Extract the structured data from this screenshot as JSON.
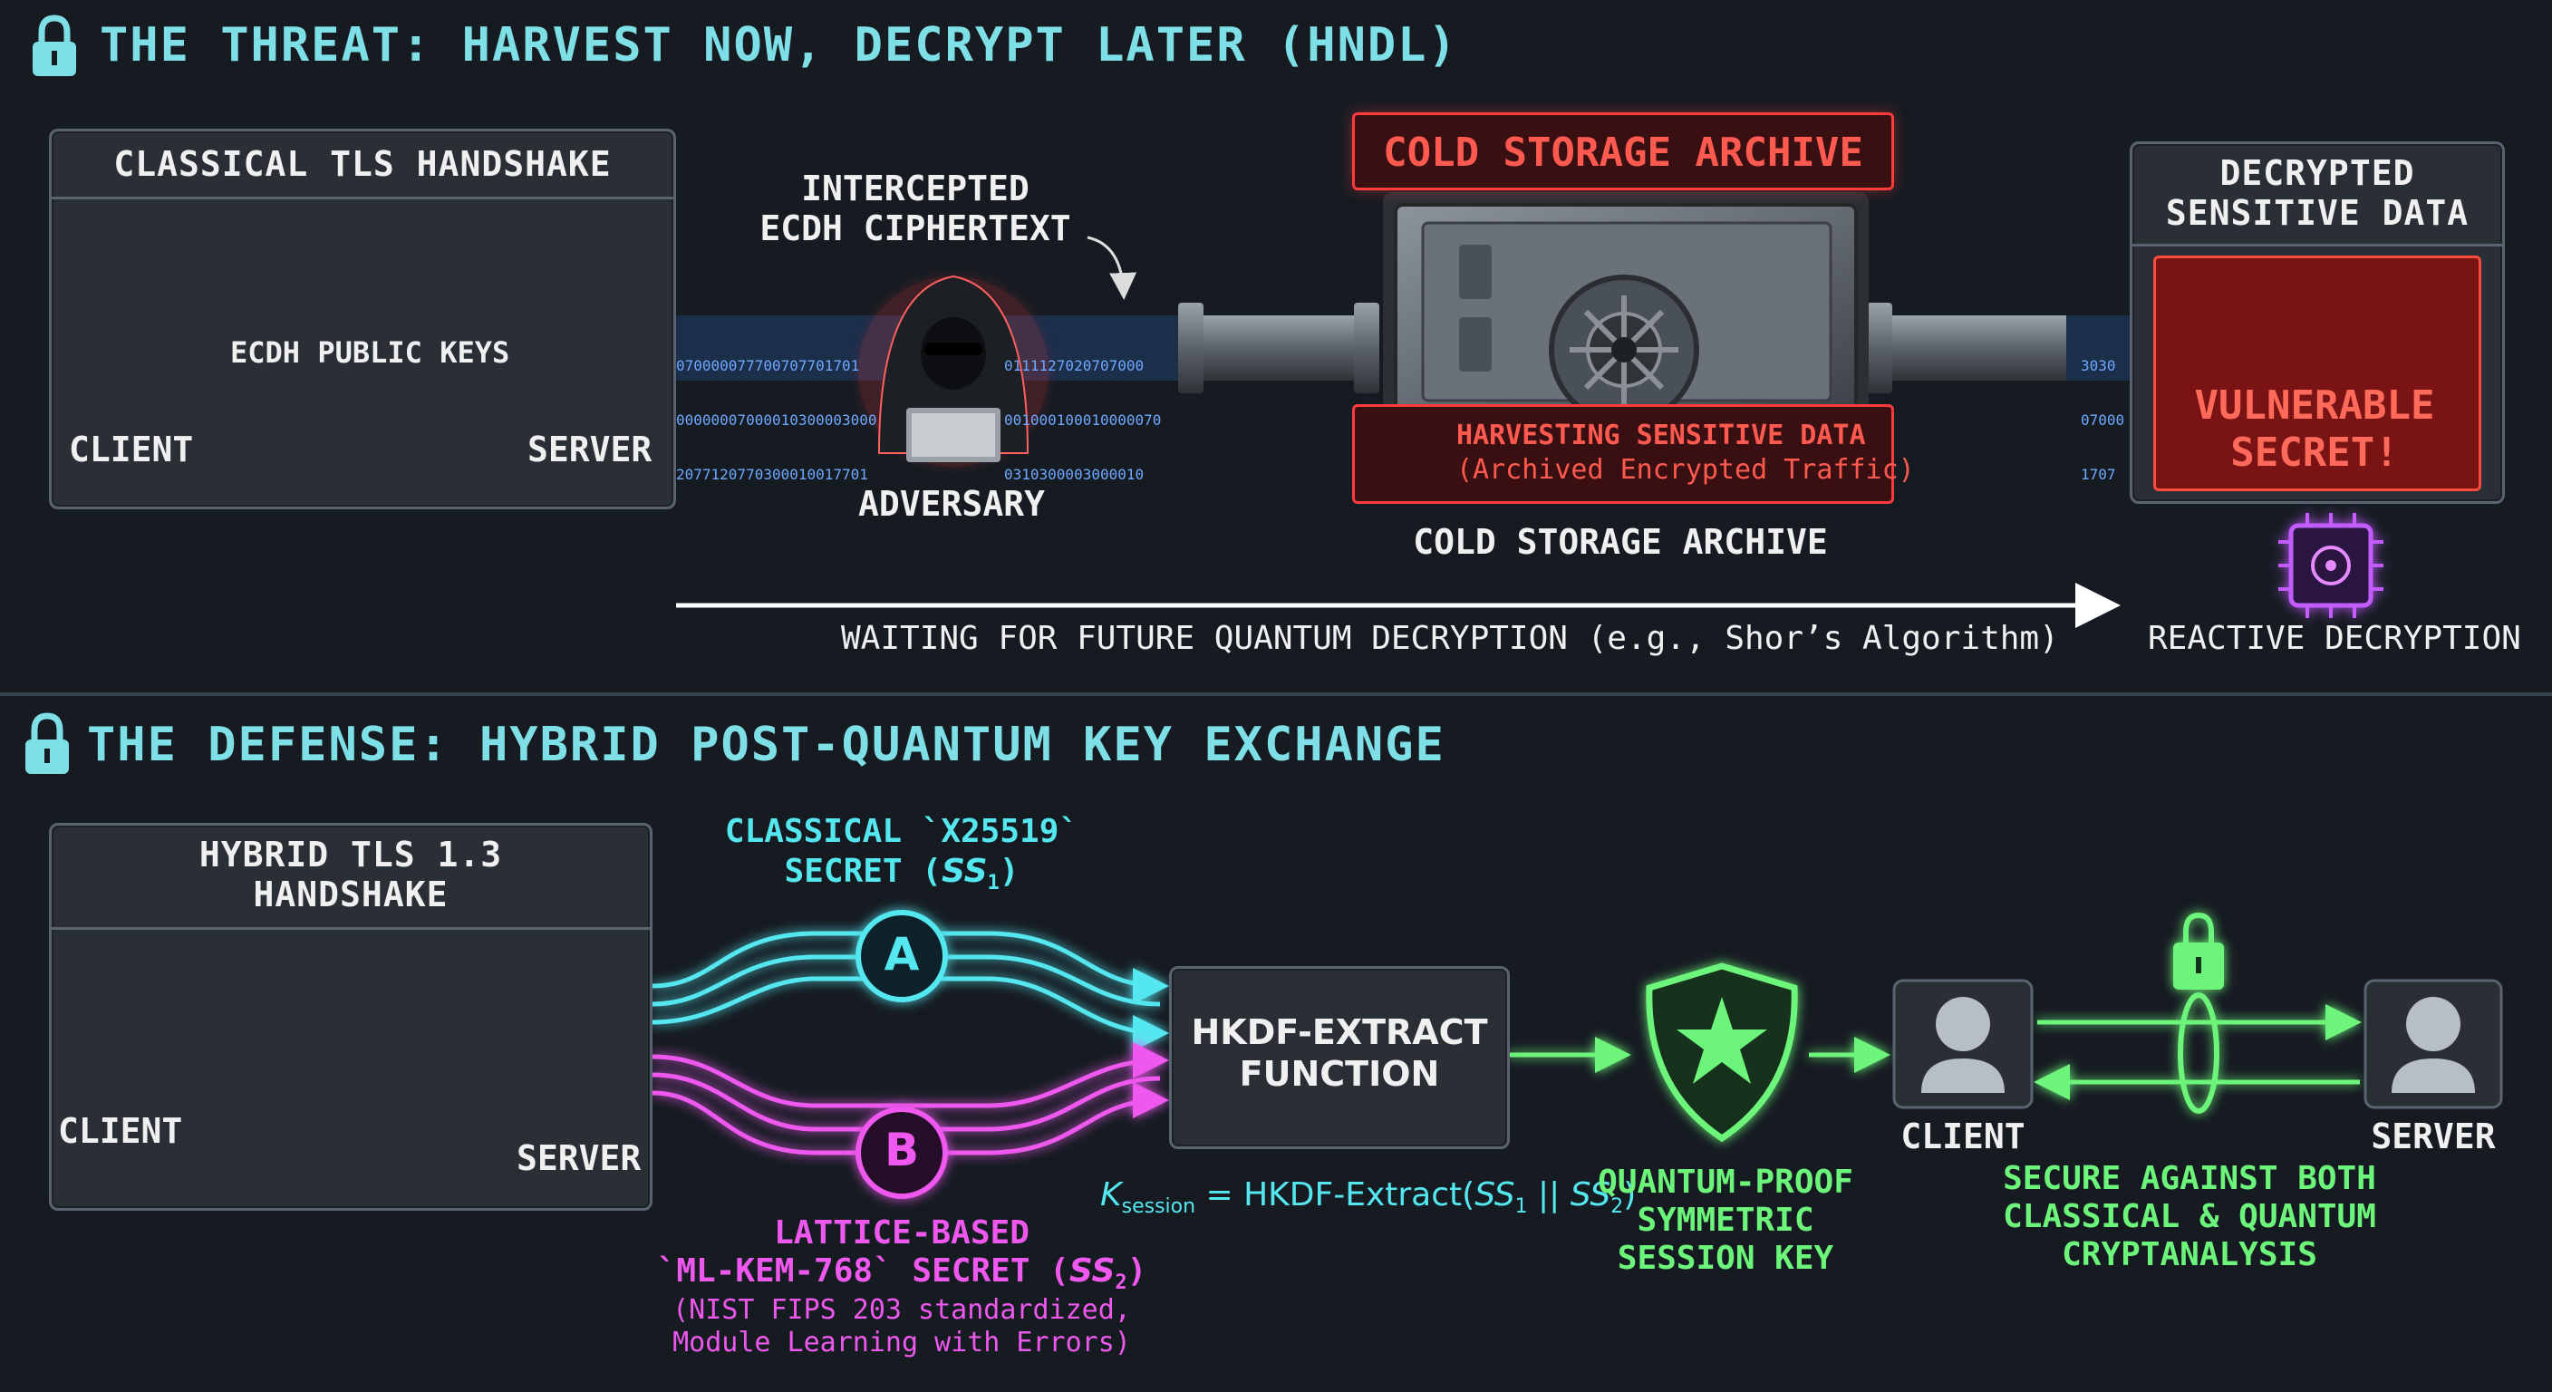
{
  "threat": {
    "title": "THE THREAT: HARVEST NOW, DECRYPT LATER (HNDL)",
    "tls_panel_title": "CLASSICAL TLS HANDSHAKE",
    "client": "CLIENT",
    "server": "SERVER",
    "keys_label": "ECDH PUBLIC KEYS",
    "intercept_line1": "INTERCEPTED",
    "intercept_line2": "ECDH CIPHERTEXT",
    "adversary": "ADVERSARY",
    "binary_rows": [
      "070000077700707701701",
      "00000007000010300003000",
      "2077120770300010017701"
    ],
    "binary_rows_right": [
      "0111127020707000",
      "001000100010000070",
      "0310300003000010"
    ],
    "binary_rows_out": [
      "3030",
      "07000",
      "1707"
    ],
    "archive_header": "COLD STORAGE ARCHIVE",
    "harvest_line1": "HARVESTING SENSITIVE DATA",
    "harvest_line2": "(Archived Encrypted Traffic)",
    "archive_caption": "COLD STORAGE ARCHIVE",
    "decrypted_line1": "DECRYPTED",
    "decrypted_line2": "SENSITIVE DATA",
    "vuln_line1": "VULNERABLE",
    "vuln_line2": "SECRET!",
    "waiting": "WAITING FOR FUTURE QUANTUM DECRYPTION (e.g., Shor’s Algorithm)",
    "reactive": "REACTIVE DECRYPTION"
  },
  "defense": {
    "title": "THE DEFENSE: HYBRID POST-QUANTUM KEY EXCHANGE",
    "tls_title_line1": "HYBRID TLS 1.3",
    "tls_title_line2": "HANDSHAKE",
    "client": "CLIENT",
    "server": "SERVER",
    "classical_line1": "CLASSICAL `X25519`",
    "classical_line2_pre": "SECRET (",
    "classical_line2_var": "SS",
    "classical_line2_sub": "1",
    "classical_line2_post": ")",
    "node_a": "A",
    "node_b": "B",
    "lattice_line1": "LATTICE-BASED",
    "lattice_line2_pre": "`ML-KEM-768` SECRET (",
    "lattice_line2_var": "SS",
    "lattice_line2_sub": "2",
    "lattice_line2_post": ")",
    "lattice_line3": "(NIST FIPS 203 standardized,",
    "lattice_line4": "Module Learning with Errors)",
    "hkdf_line1": "HKDF-EXTRACT",
    "hkdf_line2": "FUNCTION",
    "formula_k": "K",
    "formula_sub": "session",
    "formula_mid": " = HKDF-Extract(",
    "formula_ss1": "SS",
    "formula_s1": "1",
    "formula_or": " || ",
    "formula_ss2": "SS",
    "formula_s2": "2",
    "formula_end": ")",
    "qp_line1": "QUANTUM-PROOF",
    "qp_line2": "SYMMETRIC",
    "qp_line3": "SESSION KEY",
    "client2": "CLIENT",
    "server2": "SERVER",
    "secure_line1": "SECURE AGAINST BOTH",
    "secure_line2": "CLASSICAL & QUANTUM",
    "secure_line3": "CRYPTANALYSIS"
  },
  "colors": {
    "accent_cyan": "#55e7f0",
    "accent_magenta": "#ee58ee",
    "accent_green": "#6cf57a",
    "accent_red": "#ff4a3f",
    "title_teal": "#7ee0e6"
  }
}
